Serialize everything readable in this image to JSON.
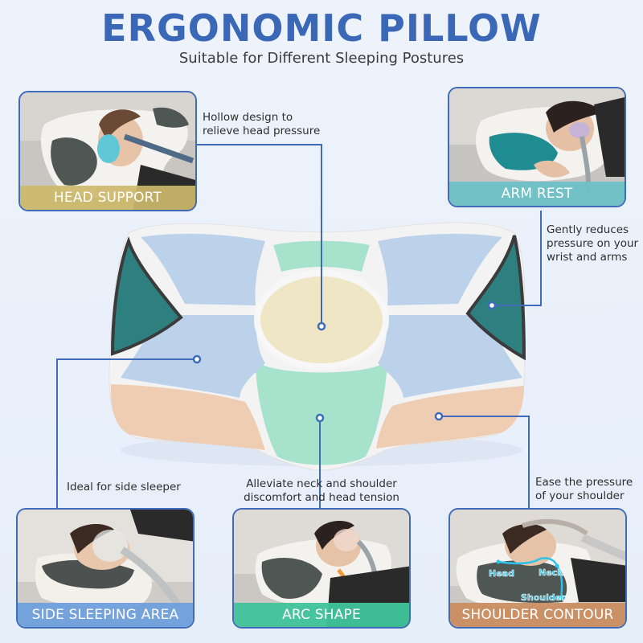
{
  "header": {
    "title": "ERGONOMIC PILLOW",
    "subtitle": "Suitable for Different Sleeping Postures"
  },
  "colors": {
    "title_blue": "#3a68b6",
    "connector_blue": "#3f6bb8",
    "head_support_bar": "#cdb86a",
    "arm_rest_bar": "#6cc1c6",
    "side_sleeping_bar": "#6f9fdb",
    "arc_shape_bar": "#3fc49a",
    "shoulder_contour_bar": "#c98e62",
    "pillow_blue_zone": "#bcd2ea",
    "pillow_yellow_zone": "#efe6c6",
    "pillow_green_zone": "#a6e2cc",
    "pillow_peach_zone": "#efcdb2",
    "pillow_teal_mesh": "#2e7f80"
  },
  "features": {
    "head_support": {
      "label": "HEAD SUPPORT",
      "caption_line1": "Hollow design to",
      "caption_line2": "relieve head pressure"
    },
    "arm_rest": {
      "label": "ARM REST",
      "caption_line1": "Gently reduces",
      "caption_line2": "pressure on your",
      "caption_line3": "wrist and arms"
    },
    "side_sleeping": {
      "label": "SIDE SLEEPING AREA",
      "caption": "Ideal for side sleeper"
    },
    "arc_shape": {
      "label": "ARC SHAPE",
      "caption_line1": "Alleviate neck and shoulder",
      "caption_line2": "discomfort and head tension"
    },
    "shoulder_contour": {
      "label": "SHOULDER CONTOUR",
      "caption_line1": "Ease the pressure",
      "caption_line2": "of your shoulder",
      "photo_tags": [
        "Head",
        "Neck",
        "Shoulder"
      ]
    }
  }
}
